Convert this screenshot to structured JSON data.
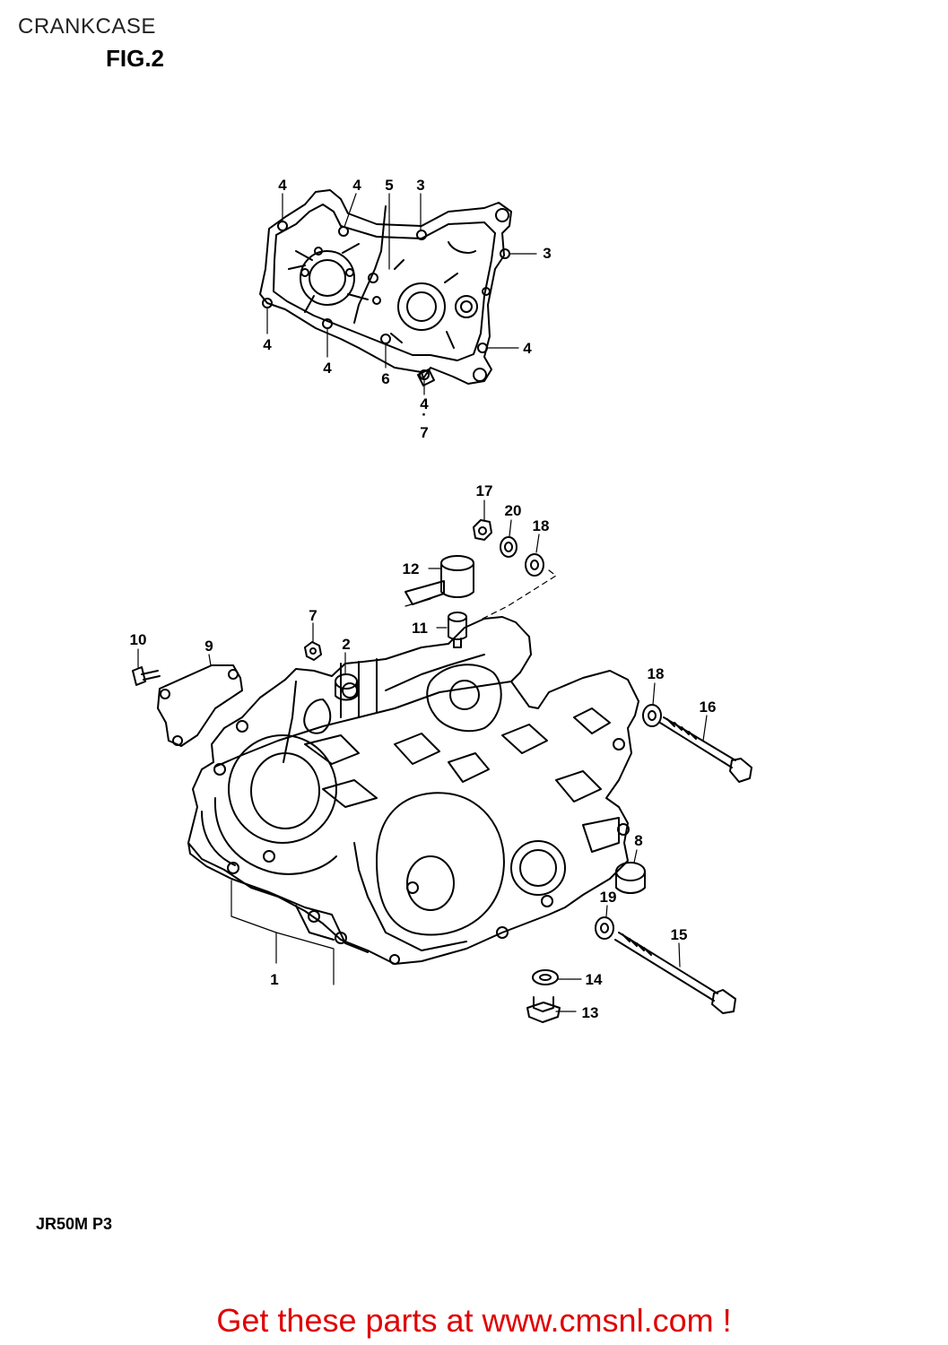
{
  "header": {
    "title": "CRANKCASE",
    "figure": "FIG.2"
  },
  "diagram": {
    "callouts": [
      {
        "id": "c4a",
        "text": "4"
      },
      {
        "id": "c4b",
        "text": "4"
      },
      {
        "id": "c5",
        "text": "5"
      },
      {
        "id": "c3a",
        "text": "3"
      },
      {
        "id": "c3b",
        "text": "3"
      },
      {
        "id": "c4c",
        "text": "4"
      },
      {
        "id": "c4d",
        "text": "4"
      },
      {
        "id": "c6",
        "text": "6"
      },
      {
        "id": "c4e",
        "text": "4"
      },
      {
        "id": "c4f",
        "text": "4"
      },
      {
        "id": "c7a",
        "text": "7"
      },
      {
        "id": "c17",
        "text": "17"
      },
      {
        "id": "c20",
        "text": "20"
      },
      {
        "id": "c18a",
        "text": "18"
      },
      {
        "id": "c12",
        "text": "12"
      },
      {
        "id": "c7b",
        "text": "7"
      },
      {
        "id": "c11",
        "text": "11"
      },
      {
        "id": "c10",
        "text": "10"
      },
      {
        "id": "c9",
        "text": "9"
      },
      {
        "id": "c2",
        "text": "2"
      },
      {
        "id": "c18b",
        "text": "18"
      },
      {
        "id": "c16",
        "text": "16"
      },
      {
        "id": "c8",
        "text": "8"
      },
      {
        "id": "c19",
        "text": "19"
      },
      {
        "id": "c15",
        "text": "15"
      },
      {
        "id": "c1",
        "text": "1"
      },
      {
        "id": "c14",
        "text": "14"
      },
      {
        "id": "c13",
        "text": "13"
      }
    ]
  },
  "footer": {
    "model_code": "JR50M P3",
    "link_text": "Get these parts at www.cmsnl.com !"
  },
  "colors": {
    "link": "#e00000",
    "ink": "#000000"
  }
}
